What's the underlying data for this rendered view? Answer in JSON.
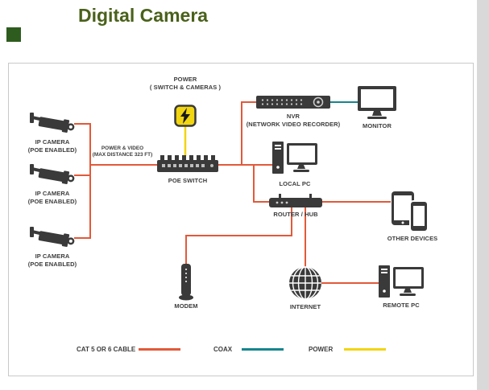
{
  "title": "Digital Camera",
  "colors": {
    "title_text": "#4a611a",
    "accent_square": "#2e5c1e",
    "device": "#3a3a3a",
    "cat5_cable": "#e2593a",
    "coax_cable": "#15858e",
    "power_cable": "#f2d511"
  },
  "diagram": {
    "cameras": [
      {
        "label_line1": "IP CAMERA",
        "label_line2": "(POE ENABLED)"
      },
      {
        "label_line1": "IP CAMERA",
        "label_line2": "(POE ENABLED)"
      },
      {
        "label_line1": "IP CAMERA",
        "label_line2": "(POE ENABLED)"
      }
    ],
    "power_supply": {
      "label_line1": "POWER",
      "label_line2": "( SWITCH & CAMERAS )"
    },
    "cable_note": {
      "line1": "POWER & VIDEO",
      "line2": "(MAX DISTANCE 323 FT)"
    },
    "poe_switch": {
      "label": "POE SWITCH"
    },
    "nvr": {
      "label_line1": "NVR",
      "label_line2": "(NETWORK VIDEO RECORDER)"
    },
    "monitor": {
      "label": "MONITOR"
    },
    "local_pc": {
      "label": "LOCAL PC"
    },
    "router": {
      "label": "ROUTER / HUB"
    },
    "modem": {
      "label": "MODEM"
    },
    "internet": {
      "label": "INTERNET"
    },
    "other_devices": {
      "label": "OTHER DEVICES"
    },
    "remote_pc": {
      "label": "REMOTE PC"
    }
  },
  "legend": {
    "items": [
      {
        "label": "CAT 5 OR 6 CABLE",
        "color": "#e2593a"
      },
      {
        "label": "COAX",
        "color": "#15858e"
      },
      {
        "label": "POWER",
        "color": "#f2d511"
      }
    ]
  }
}
